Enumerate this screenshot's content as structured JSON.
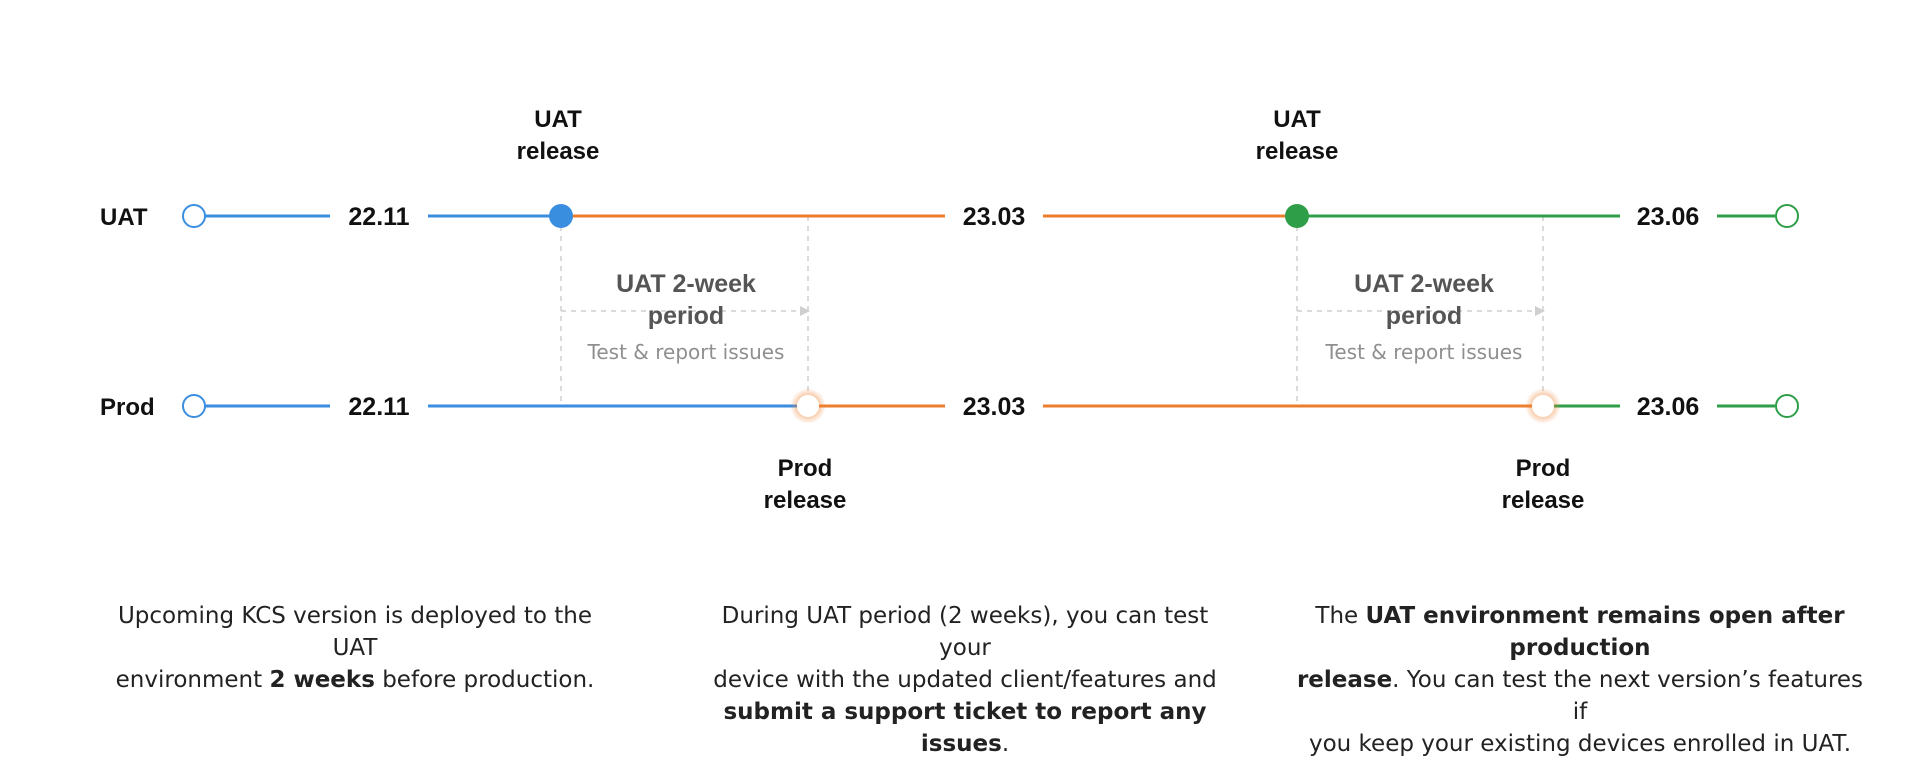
{
  "colors": {
    "blue": "#3a8ee0",
    "orange": "#ec7e2c",
    "green": "#2e9e48",
    "guide": "#cfcfcf",
    "text": "#111111",
    "muted": "#8f8f8f"
  },
  "rows": {
    "uat_label": "UAT",
    "prod_label": "Prod"
  },
  "versions": {
    "v1": "22.11",
    "v2": "23.03",
    "v3": "23.06"
  },
  "annotations": {
    "uat_release_1": [
      "UAT",
      "release"
    ],
    "uat_release_2": [
      "UAT",
      "release"
    ],
    "prod_release_1": [
      "Prod",
      "release"
    ],
    "prod_release_2": [
      "Prod",
      "release"
    ],
    "period_1": {
      "title": [
        "UAT 2-week",
        "period"
      ],
      "sub": "Test & report issues"
    },
    "period_2": {
      "title": [
        "UAT 2-week",
        "period"
      ],
      "sub": "Test & report issues"
    }
  },
  "captions": {
    "c1": {
      "line1": "Upcoming KCS version is deployed to the UAT",
      "line2_pre": "environment ",
      "line2_bold": "2 weeks",
      "line2_post": " before production."
    },
    "c2": {
      "line1": "During UAT period (2 weeks), you can test your",
      "line2": "device with the updated client/features and",
      "line3_bold": "submit a support ticket to report any issues",
      "line3_post": "."
    },
    "c3": {
      "line1_pre": "The ",
      "line1_bold": "UAT environment remains open after production",
      "line2_bold": "release",
      "line2_post": ". You can test the next version’s features if",
      "line3": "you keep your existing devices enrolled in UAT."
    }
  }
}
